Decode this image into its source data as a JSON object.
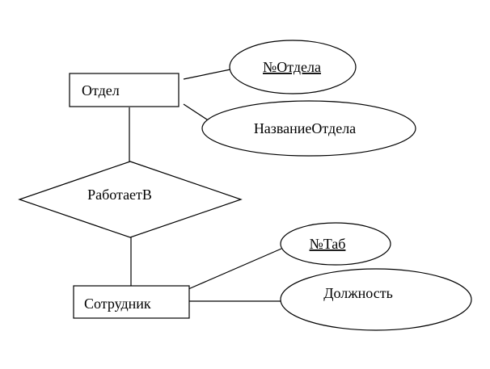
{
  "diagram": {
    "entities": {
      "department": {
        "label": "Отдел"
      },
      "employee": {
        "label": "Сотрудник"
      }
    },
    "relationships": {
      "works_in": {
        "label": "РаботаетВ"
      }
    },
    "attributes": {
      "dept_number": {
        "label": "№Отдела",
        "key": true
      },
      "dept_name": {
        "label": "НазваниеОтдела",
        "key": false
      },
      "tab_number": {
        "label": "№Таб",
        "key": true
      },
      "position": {
        "label": "Должность",
        "key": false
      }
    },
    "connections": [
      {
        "from": "department",
        "to": "dept_number"
      },
      {
        "from": "department",
        "to": "dept_name"
      },
      {
        "from": "department",
        "to": "works_in"
      },
      {
        "from": "works_in",
        "to": "employee"
      },
      {
        "from": "employee",
        "to": "tab_number"
      },
      {
        "from": "employee",
        "to": "position"
      }
    ]
  }
}
